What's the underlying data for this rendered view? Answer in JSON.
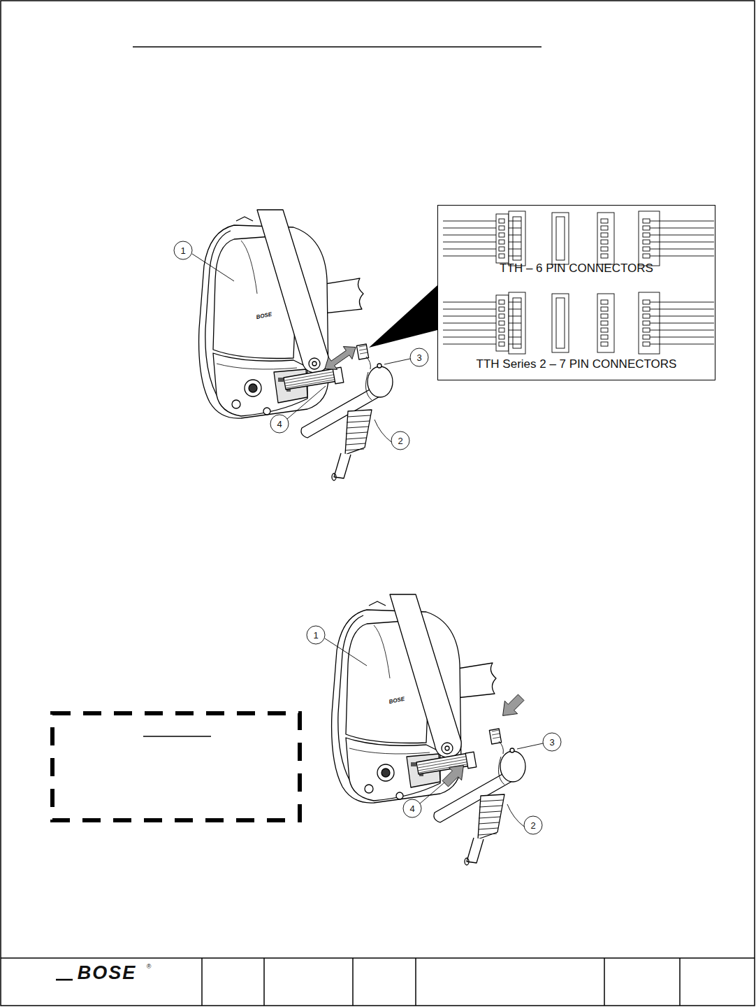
{
  "diagram": {
    "nodes": [
      {
        "text": [
          "TTH – 6 PIN CONNECTORS",
          "TTH Series 2 – 7 PIN CONNECTORS"
        ]
      }
    ],
    "labels": [
      "1",
      "BOSE",
      "3",
      "4",
      "2",
      "1",
      "BOSE",
      "3",
      "4",
      "2",
      "BOSE",
      "®"
    ]
  }
}
